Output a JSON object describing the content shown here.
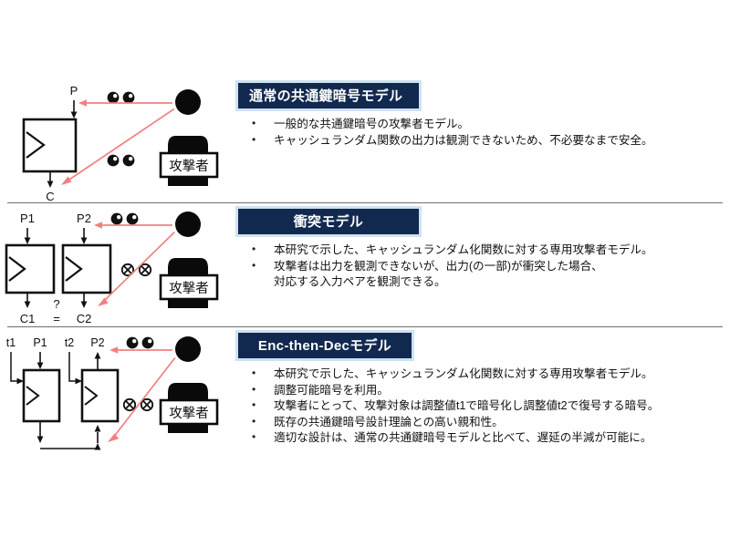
{
  "slide": {
    "background": "#ffffff",
    "divider_color": "#6f6f6f",
    "header_fill": "#12294f",
    "header_border": "#cfe2f3",
    "arrow_color": "#f2807f",
    "line_color": "#111111"
  },
  "sections": [
    {
      "id": "normal-model",
      "header": "通常の共通鍵暗号モデル",
      "bullets": [
        {
          "line1": "一般的な共通鍵暗号の攻撃者モデル。",
          "line2": ""
        },
        {
          "line1": "キャッシュランダム関数の出力は観測できないため、不必要なまで安全。",
          "line2": ""
        }
      ],
      "diagram": {
        "name": "single-cipher-diagram",
        "inputs": [
          "P"
        ],
        "outputs": [
          "C"
        ],
        "attacker_label": "攻撃者",
        "observe_icons": [
          "eye",
          "eye"
        ],
        "blocked_icons": []
      }
    },
    {
      "id": "collision-model",
      "header": "衝突モデル",
      "bullets": [
        {
          "line1": "本研究で示した、キャッシュランダム化関数に対する専用攻撃者モデル。",
          "line2": ""
        },
        {
          "line1": "攻撃者は出力を観測できないが、出力(の一部)が衝突した場合、",
          "line2": "対応する入力ペアを観測できる。"
        }
      ],
      "diagram": {
        "name": "collision-diagram",
        "inputs": [
          "P1",
          "P2"
        ],
        "outputs": [
          "C1",
          "C2"
        ],
        "compare_top": "?",
        "compare_bottom": "=",
        "attacker_label": "攻撃者",
        "observe_icons": [
          "eye",
          "eye"
        ],
        "blocked_icons": [
          "eye-blocked",
          "eye-blocked"
        ]
      }
    },
    {
      "id": "enc-then-dec-model",
      "header": "Enc-then-Decモデル",
      "bullets": [
        {
          "line1": "本研究で示した、キャッシュランダム化関数に対する専用攻撃者モデル。",
          "line2": ""
        },
        {
          "line1": "調整可能暗号を利用。",
          "line2": ""
        },
        {
          "line1": "攻撃者にとって、攻撃対象は調整値t1で暗号化し調整値t2で復号する暗号。",
          "line2": ""
        },
        {
          "line1": "既存の共通鍵暗号設計理論との高い親和性。",
          "line2": ""
        },
        {
          "line1": "適切な設計は、通常の共通鍵暗号モデルと比べて、遅延の半減が可能に。",
          "line2": ""
        }
      ],
      "diagram": {
        "name": "enc-then-dec-diagram",
        "tweaks": [
          "t1",
          "t2"
        ],
        "inputs": [
          "P1"
        ],
        "outputs": [
          "P2"
        ],
        "attacker_label": "攻撃者",
        "observe_icons": [
          "eye",
          "eye"
        ],
        "blocked_icons": [
          "eye-blocked",
          "eye-blocked"
        ]
      }
    }
  ]
}
